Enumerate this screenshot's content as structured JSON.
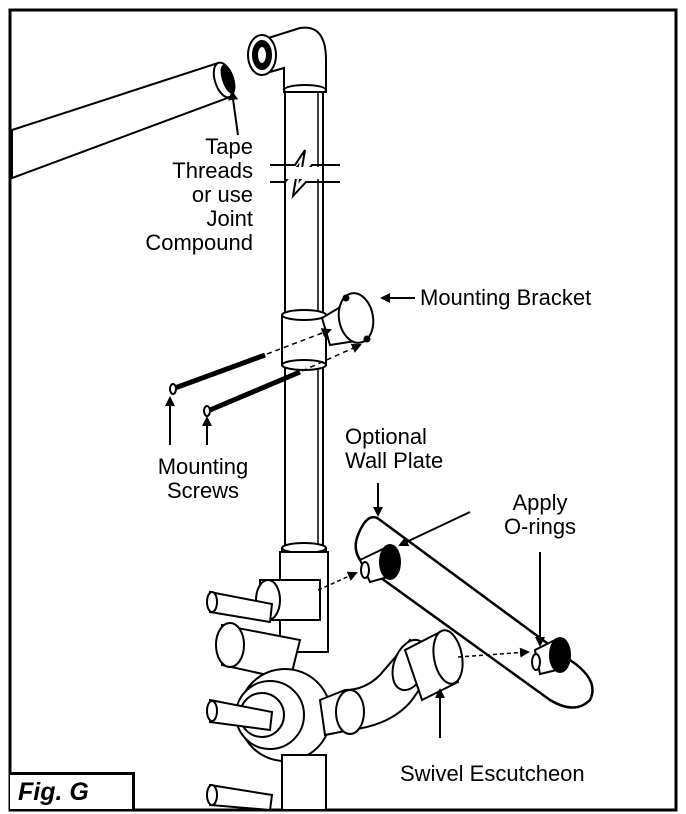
{
  "figure": {
    "tag": "Fig. G",
    "labels": {
      "tape_threads": "Tape\nThreads\nor use\nJoint\nCompound",
      "mounting_bracket": "Mounting Bracket",
      "mounting_screws": "Mounting\nScrews",
      "optional_wall_plate": "Optional\nWall Plate",
      "apply_orings": "Apply\nO-rings",
      "swivel_escutcheon": "Swivel Escutcheon"
    }
  }
}
